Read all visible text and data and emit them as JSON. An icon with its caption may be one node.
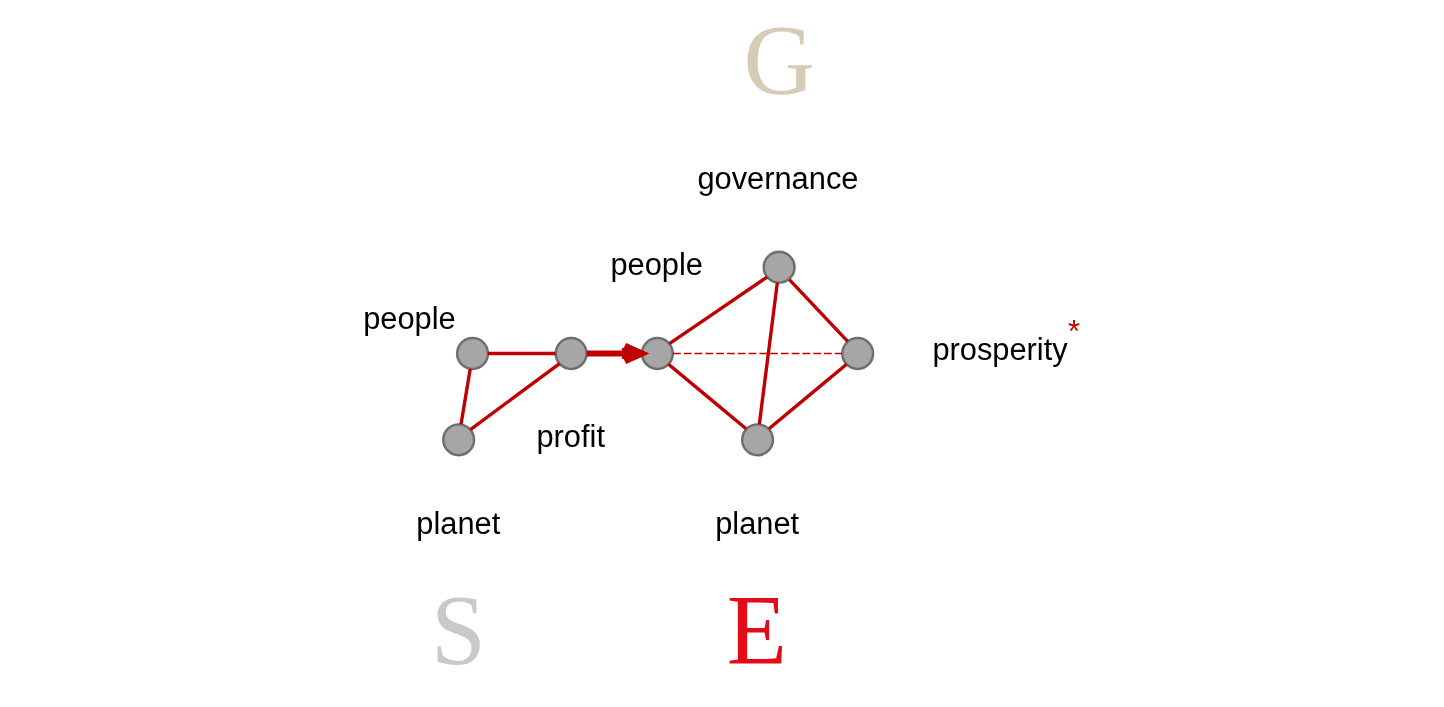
{
  "diagram": {
    "nodes": [
      {
        "text": [],
        "shape": "circle",
        "beside": [
          "people"
        ]
      },
      {
        "text": [],
        "shape": "circle",
        "beside": [
          "planet"
        ]
      },
      {
        "text": [],
        "shape": "circle",
        "beside": [
          "profit"
        ]
      },
      {
        "text": [],
        "shape": "circle",
        "beside": [
          "governance"
        ]
      },
      {
        "text": [],
        "shape": "circle",
        "beside": [
          "people"
        ]
      },
      {
        "text": [],
        "shape": "circle",
        "beside": [
          "prosperity$^{*}$"
        ]
      },
      {
        "text": [],
        "shape": "circle",
        "beside": [
          "planet"
        ]
      }
    ],
    "edges": [
      {
        "from": 0,
        "to": 2,
        "arrow": "none"
      },
      {
        "from": 0,
        "to": 1,
        "arrow": "none"
      },
      {
        "from": 2,
        "to": 1,
        "arrow": "none"
      },
      {
        "from": 2,
        "to": 4,
        "arrow": "to",
        "style": "thick"
      },
      {
        "from": 3,
        "to": 4,
        "arrow": "none"
      },
      {
        "from": 3,
        "to": 6,
        "arrow": "none"
      },
      {
        "from": 3,
        "to": 5,
        "arrow": "none"
      },
      {
        "from": 4,
        "to": 6,
        "arrow": "none"
      },
      {
        "from": 4,
        "to": 5,
        "arrow": "none",
        "style": "dashed"
      },
      {
        "from": 5,
        "to": 6,
        "arrow": "none"
      }
    ],
    "labels": [
      "G",
      "S",
      "E"
    ]
  }
}
